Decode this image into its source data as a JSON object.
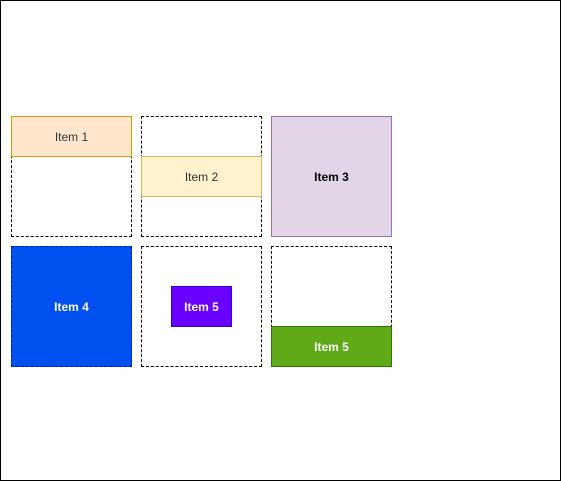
{
  "diagram": {
    "cells": [
      {
        "label": "Item 1",
        "fill": "#ffe6cc",
        "stroke": "#d79b00",
        "position": "top"
      },
      {
        "label": "Item 2",
        "fill": "#fff2cc",
        "stroke": "#d6b656",
        "position": "middle"
      },
      {
        "label": "Item 3",
        "fill": "#e1d5e7",
        "stroke": "#9673a6",
        "position": "fill"
      },
      {
        "label": "Item 4",
        "fill": "#0050ef",
        "stroke": "#001dbc",
        "position": "fill"
      },
      {
        "label": "Item 5",
        "fill": "#6a00ff",
        "stroke": "#3700cc",
        "position": "center"
      },
      {
        "label": "Item 5",
        "fill": "#60a917",
        "stroke": "#2d7600",
        "position": "bottom"
      }
    ]
  }
}
